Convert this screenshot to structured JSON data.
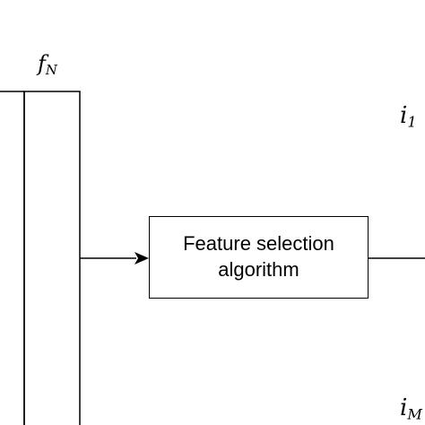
{
  "diagram": {
    "feature_label": {
      "base": "f",
      "sub": "N"
    },
    "output_top_label": {
      "base": "i",
      "sub": "1"
    },
    "output_bottom_label": {
      "base": "i",
      "sub": "M"
    },
    "process_box": {
      "line1": "Feature selection",
      "line2": "algorithm"
    },
    "colors": {
      "stroke": "#000000",
      "background": "#ffffff"
    }
  }
}
